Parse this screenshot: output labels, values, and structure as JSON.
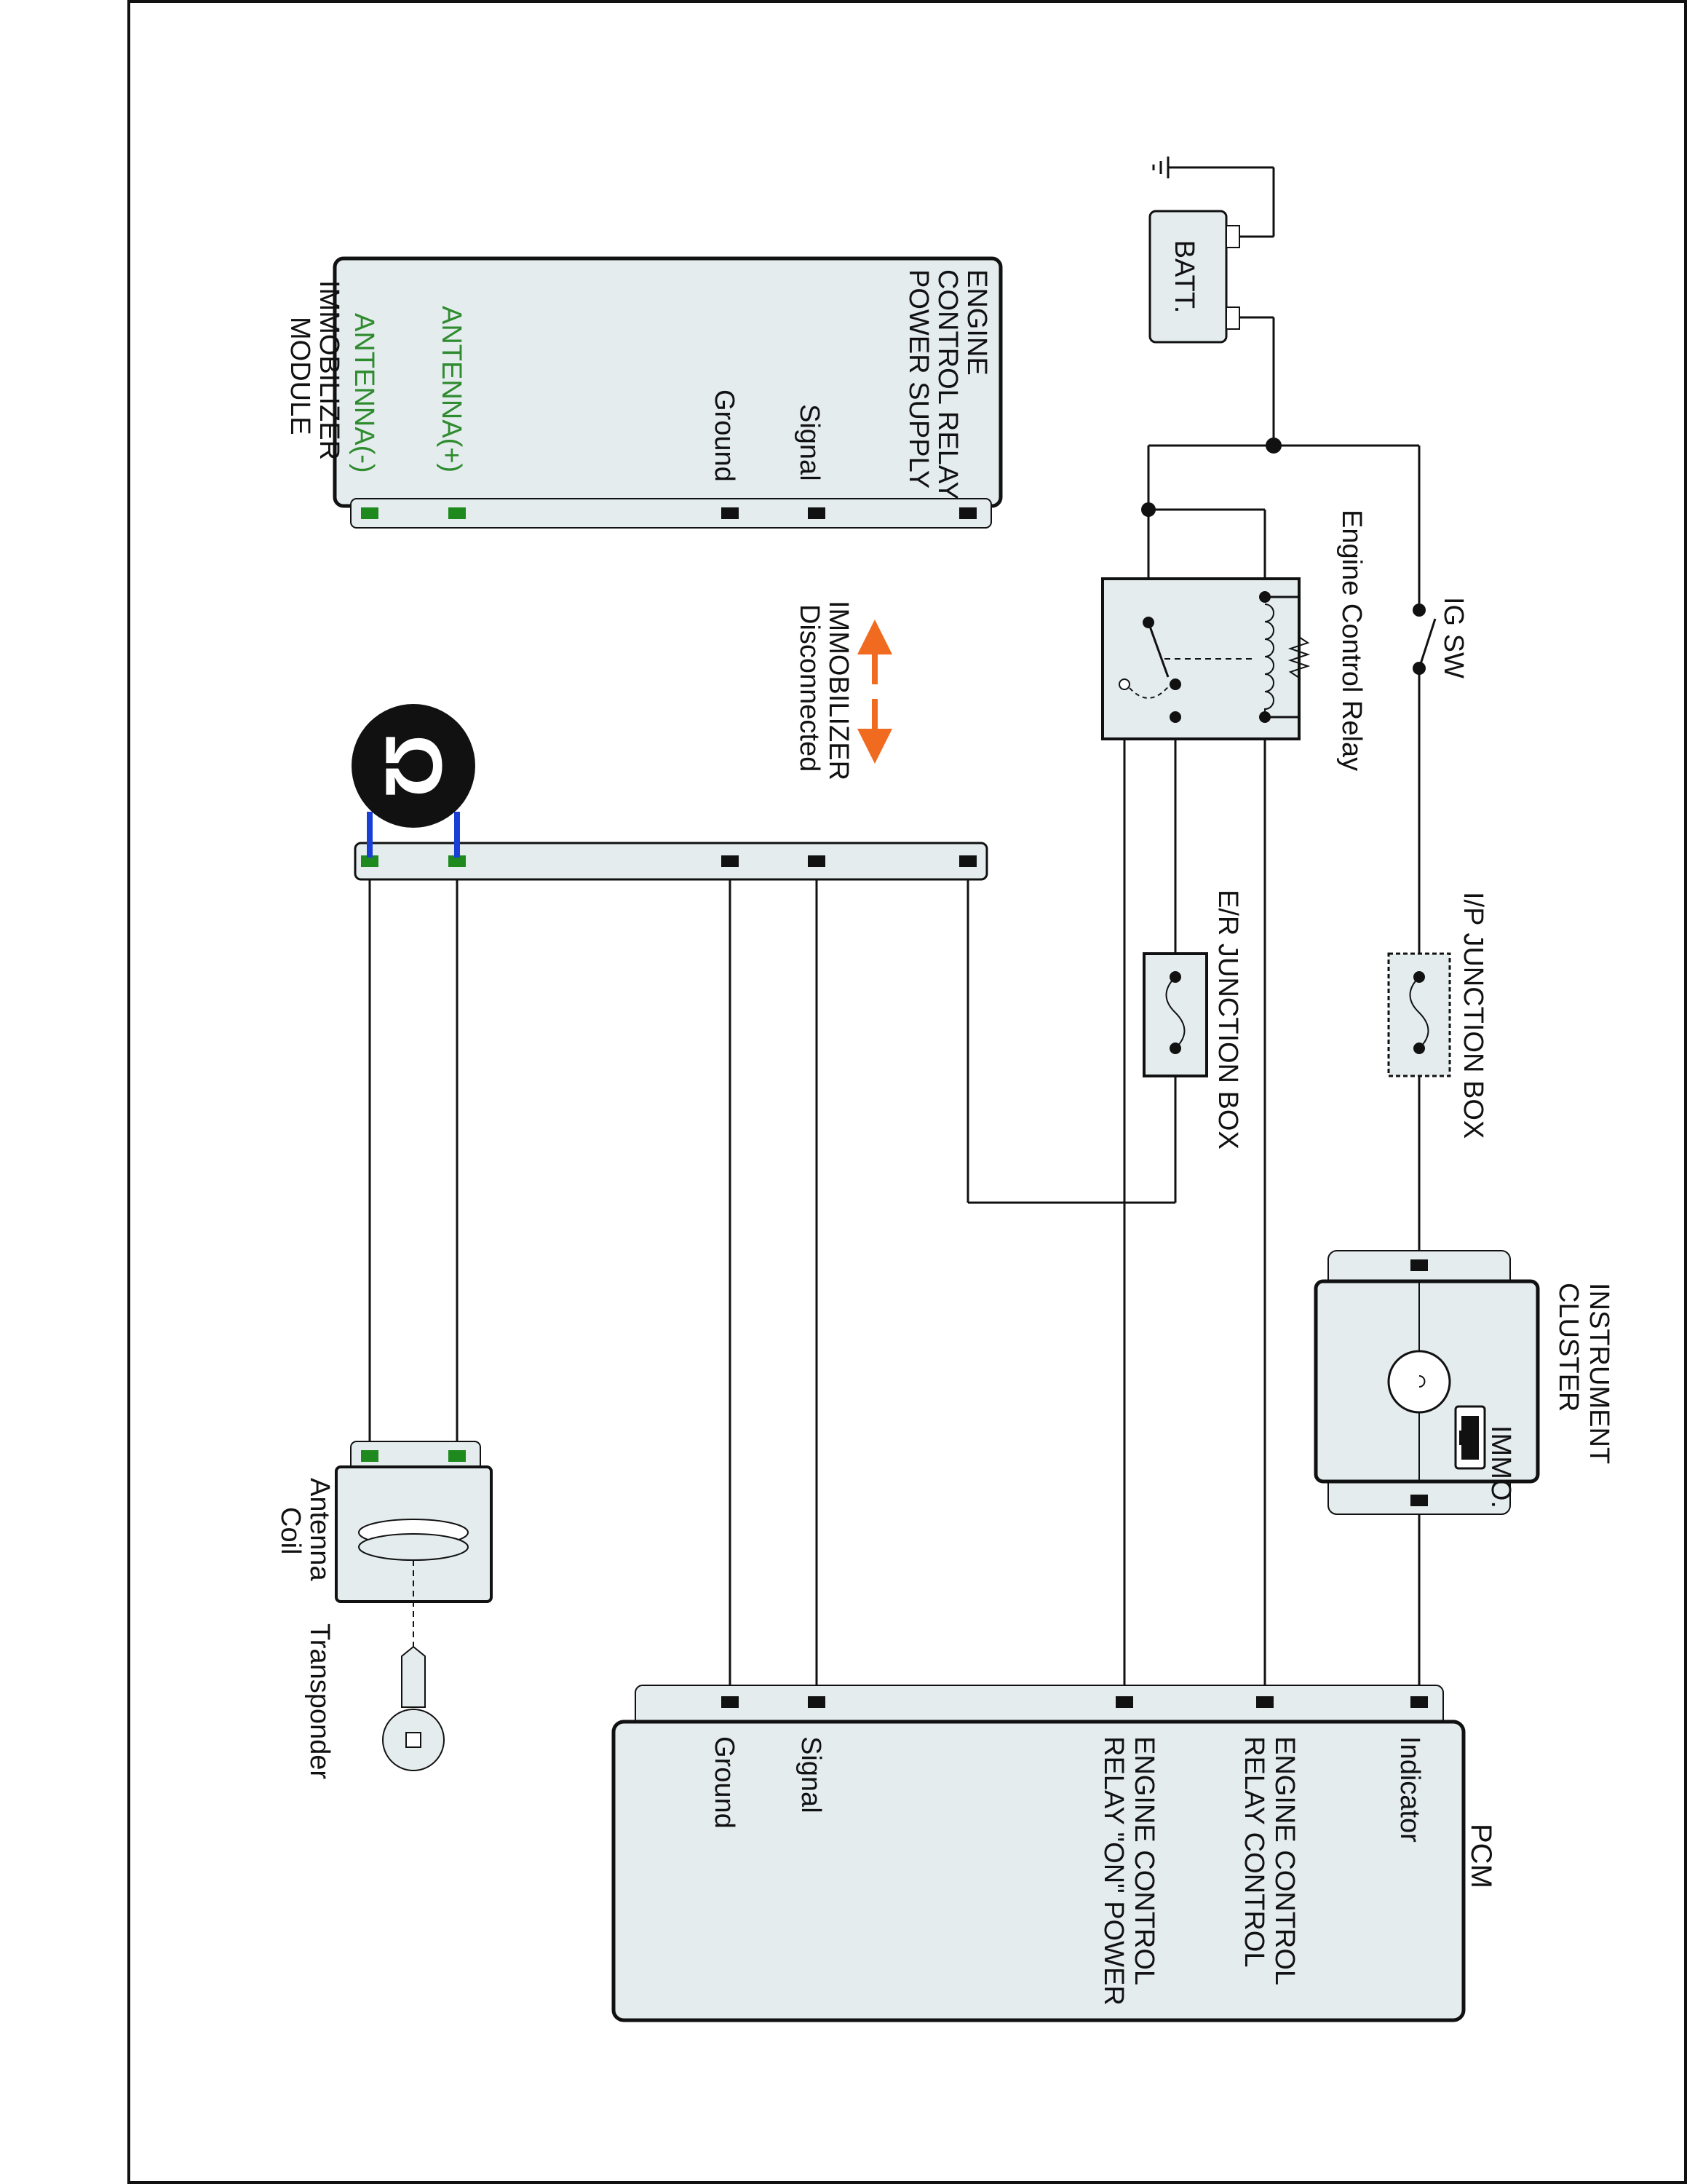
{
  "colors": {
    "box_fill": "#e4ecee",
    "antenna_text": "#2e8b2e",
    "antenna_pin": "#1e8a1e",
    "terminal": "#111111",
    "probe_lead": "#1a3fd6",
    "arrow": "#f06a1f"
  },
  "immobilizer_module": {
    "title_line1": "IMMOBILIZER",
    "title_line2": "MODULE",
    "pins": {
      "power_line1": "ENGINE",
      "power_line2": "CONTROL RELAY",
      "power_line3": "POWER SUPPLY",
      "signal": "Signal",
      "ground": "Ground",
      "antenna_pos": "ANTENNA(+)",
      "antenna_neg": "ANTENNA(-)"
    }
  },
  "battery": {
    "label": "BATT."
  },
  "ig_switch": {
    "label": "IG SW"
  },
  "relay": {
    "label": "Engine Control Relay"
  },
  "ip_junction_box": {
    "label": "I/P JUNCTION BOX"
  },
  "er_junction_box": {
    "label": "E/R JUNCTION BOX"
  },
  "instrument_cluster": {
    "title_line1": "INSTRUMENT",
    "title_line2": "CLUSTER",
    "lamp_label": "IMMO."
  },
  "pcm": {
    "title": "PCM",
    "pins": {
      "indicator": "Indicator",
      "relay_control_line1": "ENGINE CONTROL",
      "relay_control_line2": "RELAY CONTROL",
      "relay_on_power_line1": "ENGINE CONTROL",
      "relay_on_power_line2": "RELAY \"ON\" POWER",
      "signal": "Signal",
      "ground": "Ground"
    }
  },
  "disconnect_note": {
    "line1": "IMMOBILIZER",
    "line2": "Disconnected"
  },
  "ohmmeter": {
    "symbol": "Ω",
    "icon": "ohmmeter-icon"
  },
  "antenna_coil": {
    "line1": "Antenna",
    "line2": "Coil"
  },
  "transponder": {
    "label": "Transponder",
    "icon": "key-icon"
  }
}
